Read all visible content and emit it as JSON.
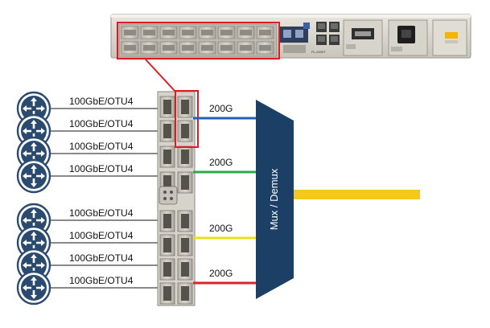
{
  "clients": [
    {
      "label": "100GbE/OTU4"
    },
    {
      "label": "100GbE/OTU4"
    },
    {
      "label": "100GbE/OTU4"
    },
    {
      "label": "100GbE/OTU4"
    },
    {
      "label": "100GbE/OTU4"
    },
    {
      "label": "100GbE/OTU4"
    },
    {
      "label": "100GbE/OTU4"
    },
    {
      "label": "100GbE/OTU4"
    }
  ],
  "line_links": [
    {
      "label": "200G",
      "color": "#1f5fb4"
    },
    {
      "label": "200G",
      "color": "#2ea84a"
    },
    {
      "label": "200G",
      "color": "#e8e11a"
    },
    {
      "label": "200G",
      "color": "#d9232a"
    }
  ],
  "mux": {
    "label": "Mux / Demux",
    "color": "#1c3f66"
  },
  "trunk": {
    "color": "#f4c81c"
  },
  "colors": {
    "router": "#2b4a6f",
    "highlight": "#e11b22",
    "client_line": "#8a8a8a"
  },
  "device": {
    "model_label": "PL-2000T"
  }
}
